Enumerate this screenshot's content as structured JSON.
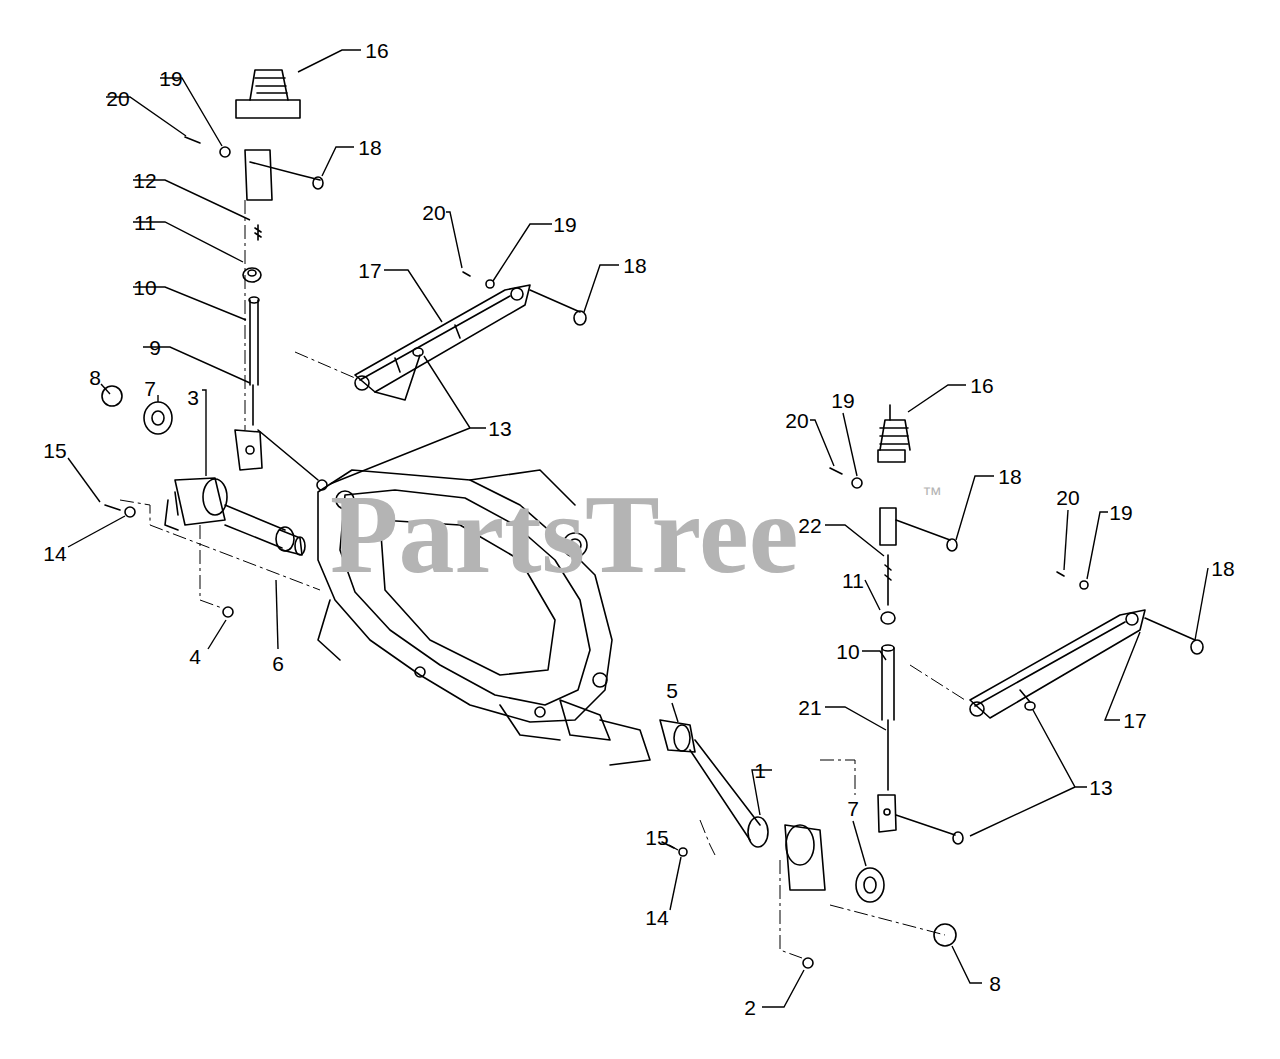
{
  "diagram": {
    "labels": [
      "16",
      "20",
      "19",
      "18",
      "12",
      "11",
      "10",
      "9",
      "8",
      "7",
      "3",
      "15",
      "14",
      "4",
      "6",
      "20",
      "19",
      "17",
      "18",
      "13",
      "16",
      "19",
      "20",
      "18",
      "22",
      "11",
      "10",
      "21",
      "20",
      "19",
      "18",
      "17",
      "13",
      "5",
      "1",
      "7",
      "15",
      "14",
      "8",
      "2",
      "PartsTree",
      "™"
    ]
  }
}
